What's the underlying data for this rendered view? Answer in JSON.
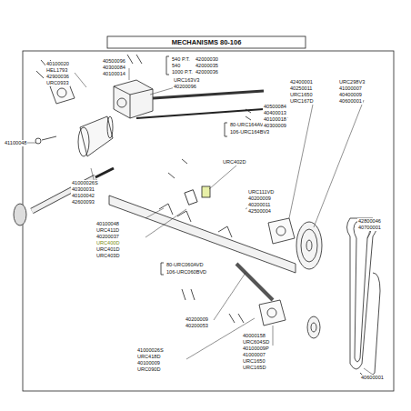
{
  "diagram": {
    "title": "MECHANISMS 80-106",
    "labels": [
      "40100020",
      "HEL1793",
      "42900036",
      "URC0933",
      "40500096",
      "40300084",
      "40100014",
      "540 P.T.",
      "42000030",
      "540",
      "42000035",
      "1000 P.T.",
      "42000036",
      "URC163V3",
      "40200096",
      "80-URC164AV3",
      "106-URC164BV3",
      "URC402D",
      "41100048",
      "41000026S",
      "40300031",
      "40100042",
      "42600093",
      "URC111VD",
      "40200009",
      "40200011",
      "42500004",
      "40100048",
      "URC411D",
      "40200037",
      "URC400D",
      "URC401D",
      "URC403D",
      "80-URC060AVD",
      "106-URC060BVD",
      "40500084",
      "40400013",
      "40100018",
      "40300009",
      "42400001",
      "40250011",
      "URC1650",
      "URC167D",
      "URC298V3",
      "41000007",
      "40400009",
      "40600001",
      "42800046",
      "40700001",
      "40600001",
      "40200009",
      "40200053",
      "41000026S",
      "URC418D",
      "40100009",
      "URC090D",
      "40000158",
      "URC604SD",
      "40100009P",
      "41000007",
      "URC1650",
      "URC165D"
    ]
  }
}
